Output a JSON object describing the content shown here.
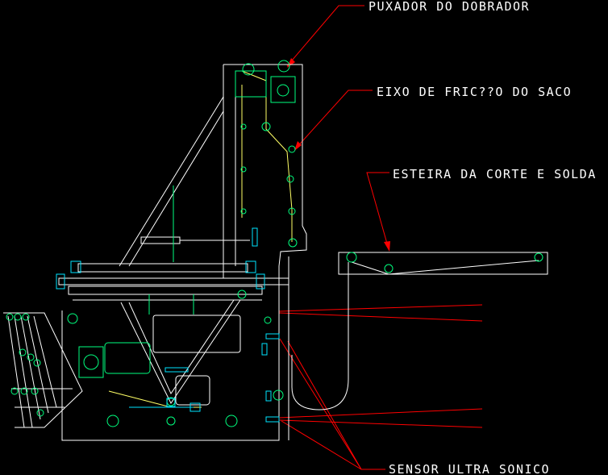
{
  "drawing": {
    "background": "#000000",
    "colors": {
      "outline": "#ffffff",
      "leader": "#ff0000",
      "belt": "#ffff66",
      "component": "#00ff7f",
      "detail": "#00e5ff"
    },
    "labels": [
      {
        "id": "puxador-do-dobrador",
        "text": "PUXADOR DO DOBRADOR"
      },
      {
        "id": "eixo-de-friccao",
        "text": "EIXO DE FRIC??O DO SACO"
      },
      {
        "id": "esteira-da-corte",
        "text": "ESTEIRA DA CORTE E SOLDA"
      },
      {
        "id": "sensor-ultra-sonico",
        "text": "SENSOR ULTRA SONICO"
      }
    ]
  }
}
